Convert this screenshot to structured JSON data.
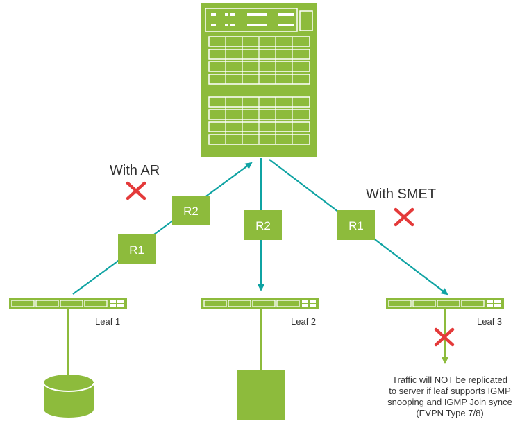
{
  "colors": {
    "green": "#8dbb3c",
    "teal": "#0fa3a3",
    "red": "#e43a3a",
    "text": "#333333"
  },
  "spine": {
    "icon": "chassis-switch-icon"
  },
  "annotations": {
    "with_ar": "With AR",
    "with_smet": "With SMET"
  },
  "replication_labels": {
    "leaf1_r1": "R1",
    "leaf1_r2": "R2",
    "leaf2_r2": "R2",
    "leaf3_r1": "R1"
  },
  "leaves": [
    {
      "label": "Leaf 1",
      "icon": "leaf-switch-icon"
    },
    {
      "label": "Leaf 2",
      "icon": "leaf-switch-icon"
    },
    {
      "label": "Leaf 3",
      "icon": "leaf-switch-icon"
    }
  ],
  "endpoints": [
    {
      "icon": "database-cylinder-icon"
    },
    {
      "icon": "server-box-icon"
    }
  ],
  "blocked_icon": "red-x-icon",
  "note_lines": [
    "Traffic will NOT be replicated",
    "to server if leaf supports IGMP",
    "snooping and IGMP Join synce",
    "(EVPN Type 7/8)"
  ]
}
